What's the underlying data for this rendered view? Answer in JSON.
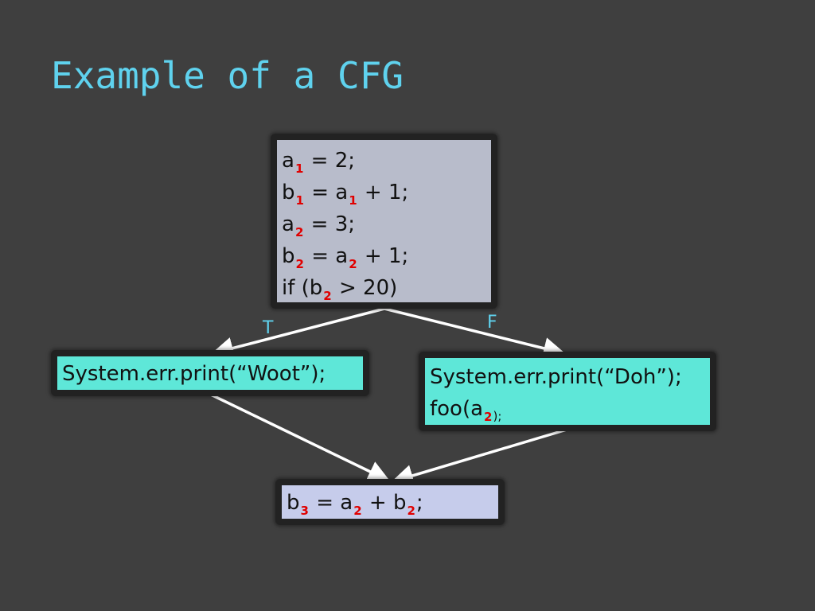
{
  "title": "Example of a CFG",
  "entry_block": {
    "lines": [
      [
        {
          "t": "a"
        },
        {
          "s": "1"
        },
        {
          "t": " = 2;"
        }
      ],
      [
        {
          "t": "b"
        },
        {
          "s": "1"
        },
        {
          "t": " = a"
        },
        {
          "s": "1"
        },
        {
          "t": " + 1;"
        }
      ],
      [
        {
          "t": "a"
        },
        {
          "s": "2"
        },
        {
          "t": " = 3;"
        }
      ],
      [
        {
          "t": "b"
        },
        {
          "s": "2"
        },
        {
          "t": " = a"
        },
        {
          "s": "2"
        },
        {
          "t": " + 1;"
        }
      ],
      [
        {
          "t": "if (b"
        },
        {
          "s": "2"
        },
        {
          "t": " > 20)"
        }
      ]
    ]
  },
  "true_block": {
    "lines": [
      [
        {
          "t": "System.err.print(“Woot”);"
        }
      ]
    ]
  },
  "false_block": {
    "lines": [
      [
        {
          "t": "System.err.print(“Doh”);"
        }
      ],
      [
        {
          "t": "foo(a"
        },
        {
          "s": "2"
        },
        {
          "small": ");"
        }
      ]
    ]
  },
  "join_block": {
    "lines": [
      [
        {
          "t": "b"
        },
        {
          "s": "3"
        },
        {
          "t": " = a"
        },
        {
          "s": "2"
        },
        {
          "t": " + b"
        },
        {
          "s": "2"
        },
        {
          "t": ";"
        }
      ]
    ]
  },
  "edge_labels": {
    "true": "T",
    "false": "F"
  },
  "colors": {
    "background": "#3f3f3f",
    "title": "#5fd2ee",
    "subscript": "#e00000",
    "entry_fill": "#b8bccb",
    "branch_fill": "#5ee7d8",
    "join_fill": "#c6cceb",
    "edge": "#ffffff"
  }
}
